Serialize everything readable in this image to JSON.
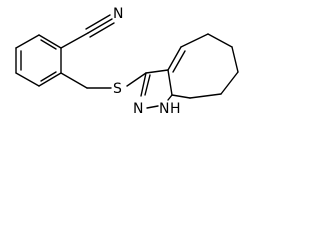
{
  "molecule": {
    "labels": {
      "nitrogen_nitrile": "N",
      "sulfur": "S",
      "nitrogen_ring": "N",
      "nitrogen_nh": "N",
      "nh_hydrogen": "H"
    },
    "colors": {
      "bond": "#000000",
      "label": "#000000",
      "background": "#ffffff"
    }
  }
}
